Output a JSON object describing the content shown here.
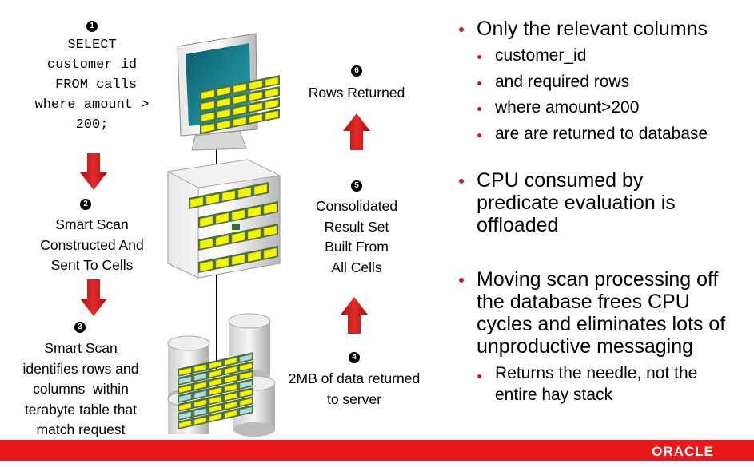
{
  "steps": {
    "s1": {
      "number": "1",
      "sql": "SELECT\ncustomer_id\n FROM calls\nwhere amount >\n200;"
    },
    "s2": {
      "number": "2",
      "text": "Smart Scan\nConstructed And\nSent To Cells"
    },
    "s3": {
      "number": "3",
      "text": "Smart Scan\nidentifies rows and\ncolumns  within\nterabyte table that\nmatch request"
    },
    "s4": {
      "number": "4",
      "text": "2MB of data returned\nto server"
    },
    "s5": {
      "number": "5",
      "text": "Consolidated\nResult Set\nBuilt From\nAll Cells"
    },
    "s6": {
      "number": "6",
      "text": "Rows Returned"
    }
  },
  "bullets": [
    {
      "text": "Only the relevant columns",
      "sub": [
        "customer_id",
        "and required rows",
        "where amount>200",
        "are are returned to database"
      ]
    },
    {
      "text": "CPU consumed by predicate evaluation is offloaded",
      "sub": []
    },
    {
      "text": "Moving scan processing off the database frees CPU cycles and eliminates lots of unproductive messaging",
      "sub": [
        "Returns the needle, not the entire hay stack"
      ]
    }
  ],
  "footer": {
    "logo": "ORACLE"
  },
  "colors": {
    "accent": "#e8181b",
    "arrow": "#d01e1e",
    "grid": "#f5f500"
  }
}
